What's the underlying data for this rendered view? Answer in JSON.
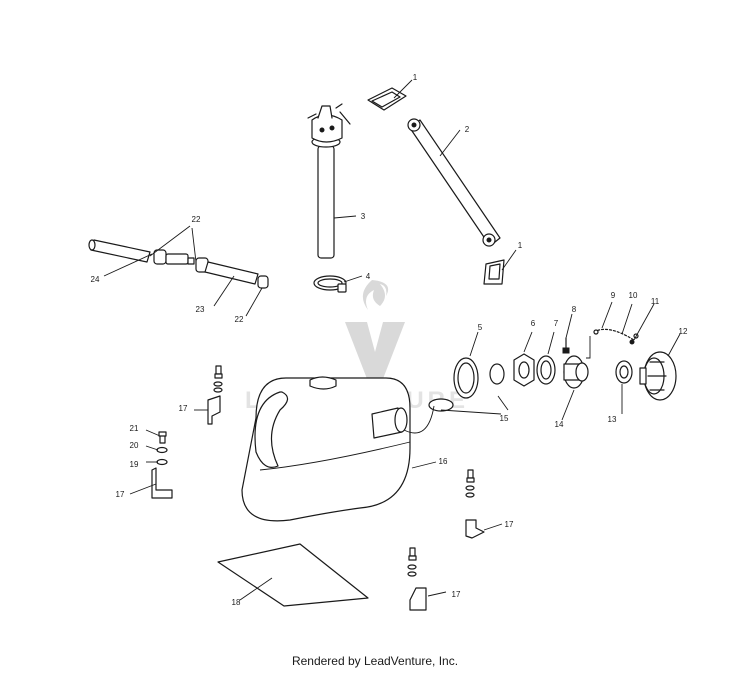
{
  "footer_text": "Rendered by LeadVenture, Inc.",
  "watermark_text": "LEADVENTURE",
  "callouts": {
    "c1a": "1",
    "c1b": "1",
    "c2": "2",
    "c3": "3",
    "c4": "4",
    "c5": "5",
    "c6": "6",
    "c7": "7",
    "c8": "8",
    "c9": "9",
    "c10": "10",
    "c11": "11",
    "c12": "12",
    "c13": "13",
    "c14": "14",
    "c15": "15",
    "c16": "16",
    "c17a": "17",
    "c17b": "17",
    "c17c": "17",
    "c17d": "17",
    "c18": "18",
    "c19": "19",
    "c20": "20",
    "c21": "21",
    "c22a": "22",
    "c22b": "22",
    "c23": "23",
    "c24": "24"
  }
}
